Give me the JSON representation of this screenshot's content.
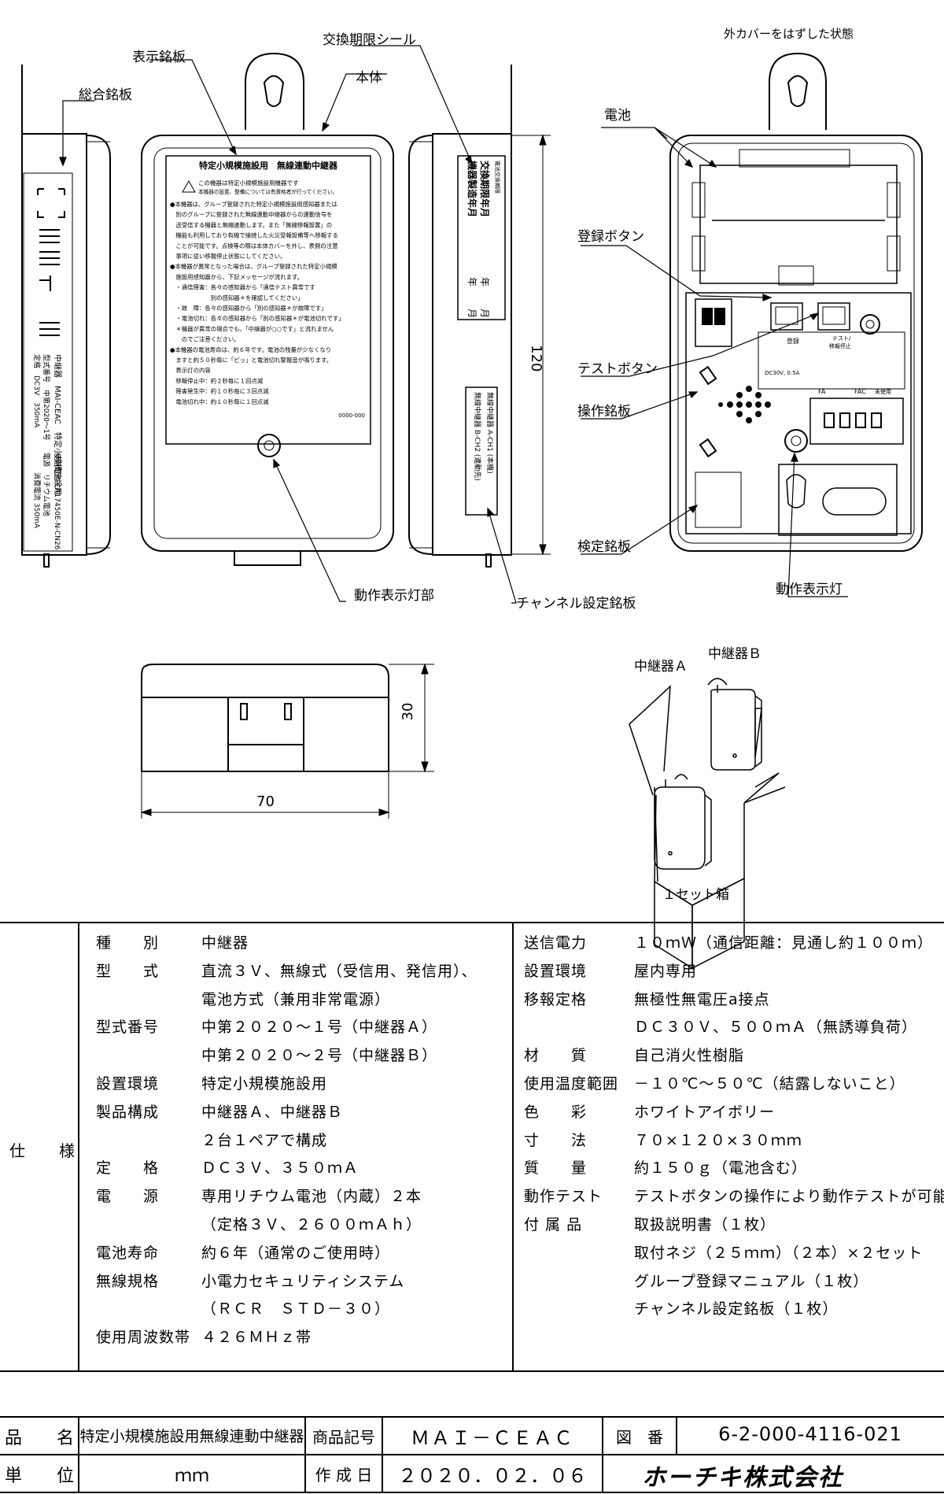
{
  "drawing": {
    "labels": {
      "sogo_meiban": "総合銘板",
      "hyoji_meiban": "表示銘板",
      "kokan_seal": "交換期限シール",
      "hontai": "本体",
      "cover_off": "外カバーをはずした状態",
      "denchi": "電池",
      "toroku_button": "登録ボタン",
      "test_button": "テストボタン",
      "sosa_meiban": "操作銘板",
      "kentei_meiban": "検定銘板",
      "dosa_hyojito": "動作表示灯",
      "dosa_hyojito_bu": "動作表示灯部",
      "channel_meiban": "チャンネル設定銘板",
      "relay_a": "中継器Ａ",
      "relay_b": "中継器Ｂ",
      "set_box": "１セット箱"
    },
    "dimensions": {
      "height": "120",
      "depth": "30",
      "width": "70"
    },
    "front_label": {
      "title": "特定小規模施設用　無線連動中継器",
      "warn_title": "この機器は特定小規模施設用機器です",
      "warn_sub": "本機器の設置、整備については有資格者が行ってください。",
      "lines": [
        "●本機器は、グループ登録された特定小規模施設用感知器または",
        "　別のグループに登録された無線連動中継器からの連動信号を",
        "　送受信する機器と無線連動します。また「無線移報設置」の",
        "　機能も利用しており有線で接続した火災受報設備等へ移報する",
        "　ことが可能です。点検等の際は本体カバーを外し、表側の注意",
        "　事項に従い移報停止状態にしてください。",
        "●本機器が異常となった場合は、グループ登録された特定小規模",
        "　施設用感知器から、下記メッセージが流れます。",
        "　・通信障害：各々の感知器から「通信テスト異常です",
        "　　　　　　　別の感知器＊を確認してください」",
        "　・故　障：各々の感知器から「別の感知器＊が故障です」",
        "　・電池切れ：各々の感知器から「別の感知器＊が電池切れです」",
        "　＊機器が異常の場合でも、「中継器が○○です」と流れません",
        "　　のでご注意ください。",
        "●本機器の電池寿命は、約６年です。電池の残量が少なくなり",
        "　ますと約５０秒毎に「ピッ」と電池切れ警報音が鳴ります。",
        "　表示灯の内容",
        "　移報停止中：約２秒毎に１回点滅",
        "　障害発生中：約１０秒毎に３回点滅",
        "　電池切れ中：約１０秒毎に１回点滅"
      ],
      "code": "0000-000"
    },
    "side_label": {
      "l1": "中継器　MAI-CEAC　特定小規模施設用",
      "l2": "型式番号　中第2020～1号",
      "l3": "定格　DC3V　350mA",
      "l4": "電源　リチウム電池",
      "l5": "使用電池 CR17450E-N-CN26",
      "l6": "消費電流 350mA"
    },
    "expiry_seal": {
      "header": "電池交換期限",
      "row1_a": "年",
      "row1_b": "月",
      "row2_a": "年",
      "row2_b": "月",
      "title": "交換期限年月",
      "sub": "機器製造年月"
    },
    "channel_plate": {
      "line1": "無線中継器 A-CH1 (本機)",
      "line2": "無線中継器 B-CH2 (連動先)"
    },
    "internal_plate": {
      "toroku": "登録",
      "test": "テスト/",
      "test2": "移報停止",
      "fa": "FA",
      "fac": "FAC",
      "mishiyo": "未使用",
      "rating": "DC30V, 0.5A"
    }
  },
  "spec": {
    "section_label": "仕　　様",
    "left": [
      {
        "k": "種　　別",
        "v": "中継器"
      },
      {
        "k": "型　　式",
        "v": "直流３Ｖ、無線式（受信用、発信用）、"
      },
      {
        "k": "",
        "v": "電池方式（兼用非常電源）"
      },
      {
        "k": "型式番号",
        "v": "中第２０２０～１号（中継器Ａ）"
      },
      {
        "k": "",
        "v": "中第２０２０～２号（中継器Ｂ）"
      },
      {
        "k": "設置環境",
        "v": "特定小規模施設用"
      },
      {
        "k": "製品構成",
        "v": "中継器Ａ、中継器Ｂ"
      },
      {
        "k": "",
        "v": "２台１ペアで構成"
      },
      {
        "k": "定　　格",
        "v": "ＤＣ３Ｖ、３５０ｍＡ"
      },
      {
        "k": "電　　源",
        "v": "専用リチウム電池（内蔵）２本"
      },
      {
        "k": "",
        "v": "（定格３Ｖ、２６００ｍＡｈ）"
      },
      {
        "k": "電池寿命",
        "v": "約６年（通常のご使用時）"
      },
      {
        "k": "無線規格",
        "v": "小電力セキュリティシステム"
      },
      {
        "k": "",
        "v": "（ＲＣＲ　ＳＴＤ－３０）"
      },
      {
        "k": "使用周波数帯",
        "v": "４２６ＭＨｚ帯"
      }
    ],
    "right": [
      {
        "k": "送信電力",
        "v": "１０ｍＷ（通信距離：見通し約１００ｍ）"
      },
      {
        "k": "設置環境",
        "v": "屋内専用"
      },
      {
        "k": "移報定格",
        "v": "無極性無電圧a接点"
      },
      {
        "k": "",
        "v": "ＤＣ３０Ｖ、５００ｍＡ（無誘導負荷）"
      },
      {
        "k": "材　　質",
        "v": "自己消火性樹脂"
      },
      {
        "k": "使用温度範囲",
        "v": "－１０℃～５０℃（結露しないこと）"
      },
      {
        "k": "色　　彩",
        "v": "ホワイトアイボリー"
      },
      {
        "k": "寸　　法",
        "v": "７０×１２０×３０ｍｍ"
      },
      {
        "k": "質　　量",
        "v": "約１５０ｇ（電池含む）"
      },
      {
        "k": "動作テスト",
        "v": "テストボタンの操作により動作テストが可能"
      },
      {
        "k": "付 属 品",
        "v": "取扱説明書（１枚）"
      },
      {
        "k": "",
        "v": "取付ネジ（２５ｍｍ）（２本）×２セット"
      },
      {
        "k": "",
        "v": "グループ登録マニュアル（１枚）"
      },
      {
        "k": "",
        "v": "チャンネル設定銘板（１枚）"
      }
    ]
  },
  "title_block": {
    "hinmei_label": "品　　名",
    "hinmei": "特定小規模施設用無線連動中継器",
    "kigo_label": "商品記号",
    "kigo": "ＭＡＩ－ＣＥＡＣ",
    "zuban_label": "図　番",
    "zuban": "6-2-000-4116-021",
    "tani_label": "単　　位",
    "tani": "ｍｍ",
    "date_label": "作 成 日",
    "date": "２０２０．０２．０６",
    "company": "ホーチキ株式会社"
  }
}
